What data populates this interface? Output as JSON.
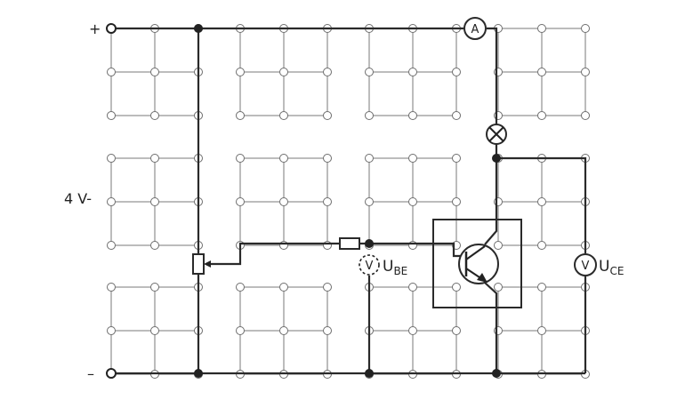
{
  "terminals": {
    "plus": "+",
    "minus": "–",
    "supply": "4 V-"
  },
  "meters": {
    "ammeter": "A",
    "voltmeter_be": "V",
    "voltmeter_ce": "V"
  },
  "labels": {
    "ube_main": "U",
    "ube_sub": "BE",
    "uce_main": "U",
    "uce_sub": "CE"
  }
}
